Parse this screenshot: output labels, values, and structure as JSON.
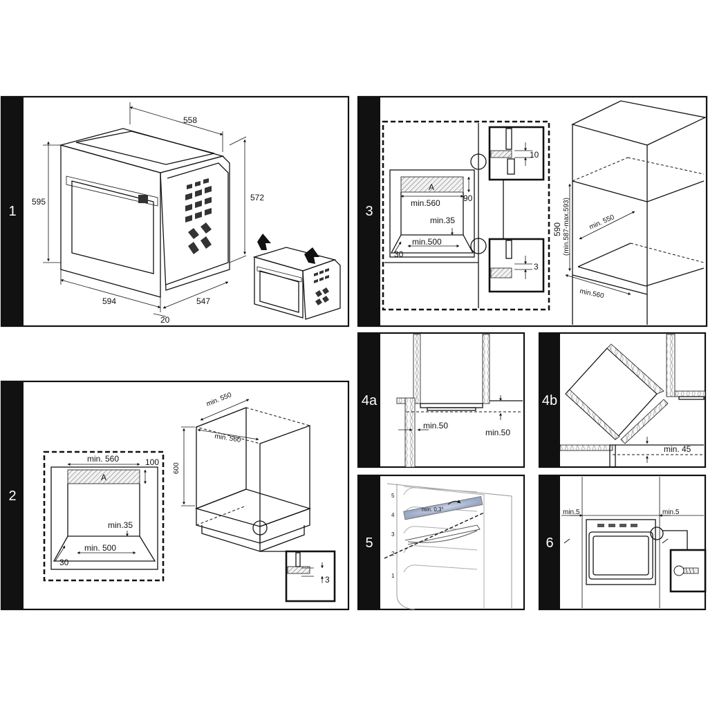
{
  "panels": {
    "p1": {
      "number": "1",
      "dims": {
        "width_top": "558",
        "height_left": "595",
        "height_right": "572",
        "width_front": "594",
        "depth": "547",
        "front_offset": "20"
      }
    },
    "p2": {
      "number": "2",
      "dims": {
        "min_width": "min. 560",
        "top_clear": "100",
        "area_label": "A",
        "min_gap": "min.35",
        "min_depth": "min. 500",
        "side": "30",
        "cab_depth": "min. 550",
        "cab_width": "min. 560",
        "cab_height": "600",
        "detail": "3"
      }
    },
    "p3": {
      "number": "3",
      "dims": {
        "area_label": "A",
        "min_width": "min.560",
        "top_clear": "90",
        "min_gap": "min.35",
        "min_depth": "min.500",
        "side": "30",
        "detail_top": "10",
        "detail_bottom": "3",
        "niche_height": "590",
        "niche_range": "(min.587-max.593)",
        "niche_depth": "min. 550",
        "niche_width": "min.560"
      }
    },
    "p4a": {
      "number": "4a",
      "dims": {
        "gap_left": "min.50",
        "gap_right": "min.50"
      }
    },
    "p4b": {
      "number": "4b",
      "dims": {
        "gap": "min. 45"
      }
    },
    "p5": {
      "number": "5",
      "dims": {
        "angle": "min. 0,3°"
      },
      "levels": [
        "5",
        "4",
        "3",
        "2",
        "1"
      ]
    },
    "p6": {
      "number": "6",
      "dims": {
        "left_gap": "min.5",
        "right_gap": "min.5"
      }
    }
  }
}
